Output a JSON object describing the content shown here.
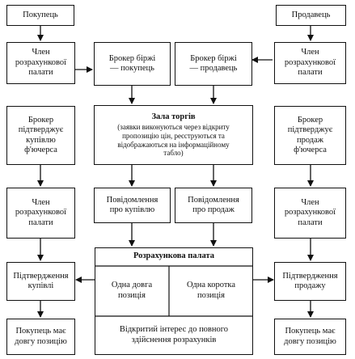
{
  "left_column": {
    "buyer": "Покупець",
    "clearing_member_top": "Член\nрозрахункової\nпалати",
    "broker_confirms": "Брокер\nпідтверджує\nкупівлю\nф'ючерса",
    "clearing_member_bottom": "Член\nрозрахункової\nпалати",
    "purchase_confirmation": "Підтвердження\nкупівлі",
    "buyer_long": "Покупець має\nдовгу позицію"
  },
  "right_column": {
    "seller": "Продавець",
    "clearing_member_top": "Член\nрозрахункової\nпалати",
    "broker_confirms": "Брокер\nпідтверджує\nпродаж\nф'ючерса",
    "clearing_member_bottom": "Член\nрозрахункової\nпалати",
    "sale_confirmation": "Підтвердження\nпродажу",
    "seller_long": "Покупець має\nдовгу позицію"
  },
  "center": {
    "broker_buyer": "Брокер біржі\n— покупець",
    "broker_seller": "Брокер біржі\n— продавець",
    "trading_floor_title": "Зала торгів",
    "trading_floor_desc": "(заявки виконуються через відкриту\nпропозицію цін, реєструються та\nвідображаються на інформаційному\nтабло)",
    "purchase_notice": "Повідомлення\nпро купівлю",
    "sale_notice": "Повідомлення\nпро продаж",
    "clearing_house": "Розрахункова палата",
    "long_position": "Одна довга\nпозиція",
    "short_position": "Одна коротка\nпозиція",
    "open_interest": "Відкритий інтерес до повного\nздійснення розрахунків"
  }
}
